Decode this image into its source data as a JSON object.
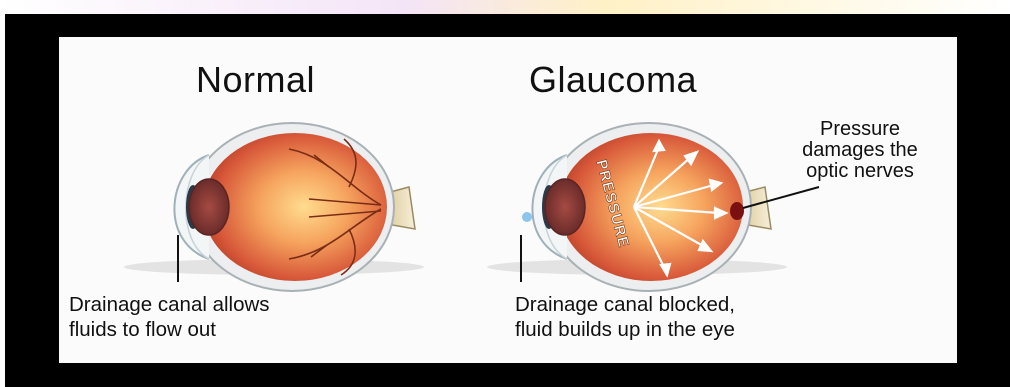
{
  "normal": {
    "title": "Normal",
    "caption": "Drainage canal allows\nfluids to flow out"
  },
  "glaucoma": {
    "title": "Glaucoma",
    "pressure_label": "PRESSURE",
    "pointer_label": "Pressure\ndamages the\noptic nerves",
    "caption": "Drainage canal blocked,\nfluid builds up in the eye"
  },
  "colors": {
    "frame": "#000000",
    "panel": "#fbfbfb",
    "retina_outer": "#c74a2d",
    "retina_center": "#ffd27e",
    "vessel": "#7a2c14",
    "sclera": "#eef0f1"
  }
}
